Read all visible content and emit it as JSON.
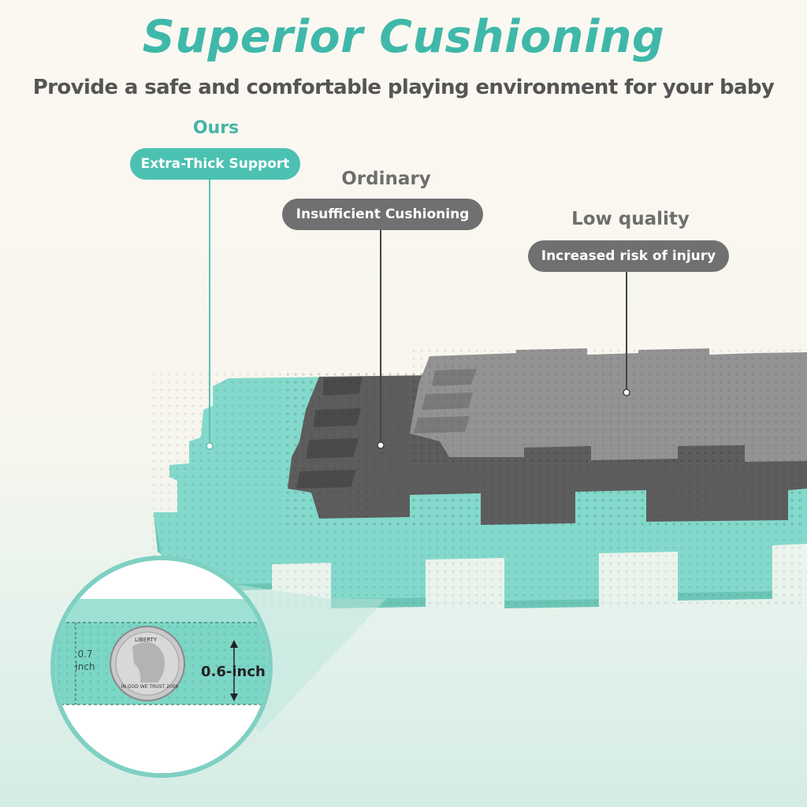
{
  "header": {
    "title": "Superior Cushioning",
    "subtitle": "Provide a safe and comfortable playing environment for your baby"
  },
  "callouts": {
    "ours": {
      "label": "Ours",
      "tag": "Extra-Thick Support"
    },
    "ordinary": {
      "label": "Ordinary",
      "tag": "Insufficient Cushioning"
    },
    "low_quality": {
      "label": "Low quality",
      "tag": "Increased risk of injury"
    }
  },
  "detail": {
    "side_label": "0.7 inch",
    "measurement": "0.6-inch",
    "coin_top_text": "LIBERTY",
    "coin_bottom_text": "IN GOD WE TRUST 2006"
  },
  "colors": {
    "teal_title": "#3fb8aa",
    "teal_mat": "#7fd8c8",
    "dark_gray_mat": "#5a5a5a",
    "light_gray_mat": "#8e8e8e",
    "pill_gray": "#707070",
    "pill_teal": "#4bc1b2"
  }
}
